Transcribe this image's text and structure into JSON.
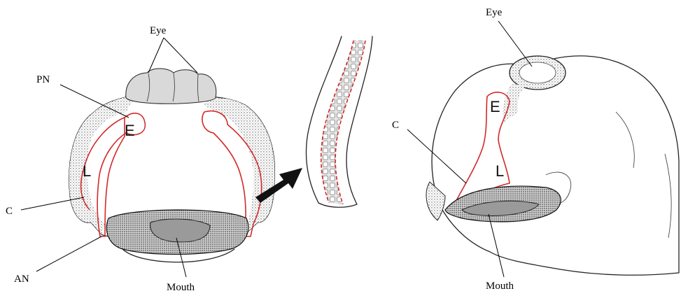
{
  "labels": {
    "left": {
      "eye": "Eye",
      "pn": "PN",
      "c": "C",
      "an": "AN",
      "mouth": "Mouth",
      "zone_e": "E",
      "zone_l": "L"
    },
    "right": {
      "eye": "Eye",
      "c": "C",
      "mouth": "Mouth",
      "zone_e": "E",
      "zone_l": "L"
    }
  },
  "colors": {
    "outline": "#d22a2a",
    "ink": "#222222",
    "stipple": "#d9d9d9",
    "arrow": "#111111"
  }
}
